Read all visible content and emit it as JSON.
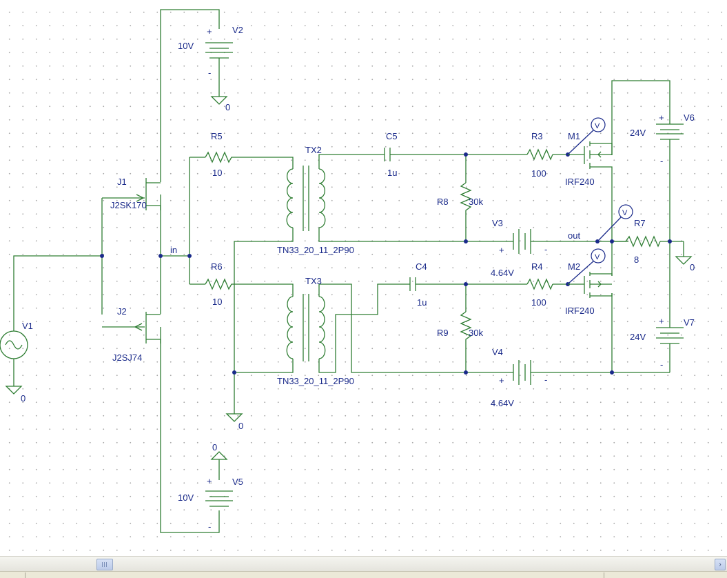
{
  "schematic": {
    "V2": {
      "ref": "V2",
      "value": "10V",
      "plus": "+",
      "minus": "-"
    },
    "V5": {
      "ref": "V5",
      "value": "10V",
      "plus": "+",
      "minus": "-"
    },
    "V6": {
      "ref": "V6",
      "value": "24V",
      "plus": "+",
      "minus": "-"
    },
    "V7": {
      "ref": "V7",
      "value": "24V",
      "plus": "+",
      "minus": "-"
    },
    "V3": {
      "ref": "V3",
      "value": "4.64V",
      "plus": "+",
      "minus": "-"
    },
    "V4": {
      "ref": "V4",
      "value": "4.64V",
      "plus": "+",
      "minus": "-"
    },
    "V1": {
      "ref": "V1"
    },
    "J1": {
      "ref": "J1",
      "part": "J2SK170"
    },
    "J2": {
      "ref": "J2",
      "part": "J2SJ74"
    },
    "R5": {
      "ref": "R5",
      "value": "10"
    },
    "R6": {
      "ref": "R6",
      "value": "10"
    },
    "R3": {
      "ref": "R3",
      "value": "100"
    },
    "R4": {
      "ref": "R4",
      "value": "100"
    },
    "R7": {
      "ref": "R7",
      "value": "8"
    },
    "R8": {
      "ref": "R8",
      "value": "30k"
    },
    "R9": {
      "ref": "R9",
      "value": "30k"
    },
    "C5": {
      "ref": "C5",
      "value": "1u"
    },
    "C4": {
      "ref": "C4",
      "value": "1u"
    },
    "TX2": {
      "ref": "TX2",
      "part": "TN33_20_11_2P90"
    },
    "TX3": {
      "ref": "TX3",
      "part": "TN33_20_11_2P90"
    },
    "M1": {
      "ref": "M1",
      "part": "IRF240"
    },
    "M2": {
      "ref": "M2",
      "part": "IRF240"
    },
    "nets": {
      "in": "in",
      "out": "out",
      "ground": "0"
    },
    "probe_label": "V"
  },
  "scrollbar": {
    "thumb_glyph": "|||",
    "right_arrow": "›"
  },
  "colors": {
    "wire": "#2e7d32",
    "text": "#1a2a8a",
    "grid_dot": "#a9a9a9",
    "background": "#ffffff"
  }
}
